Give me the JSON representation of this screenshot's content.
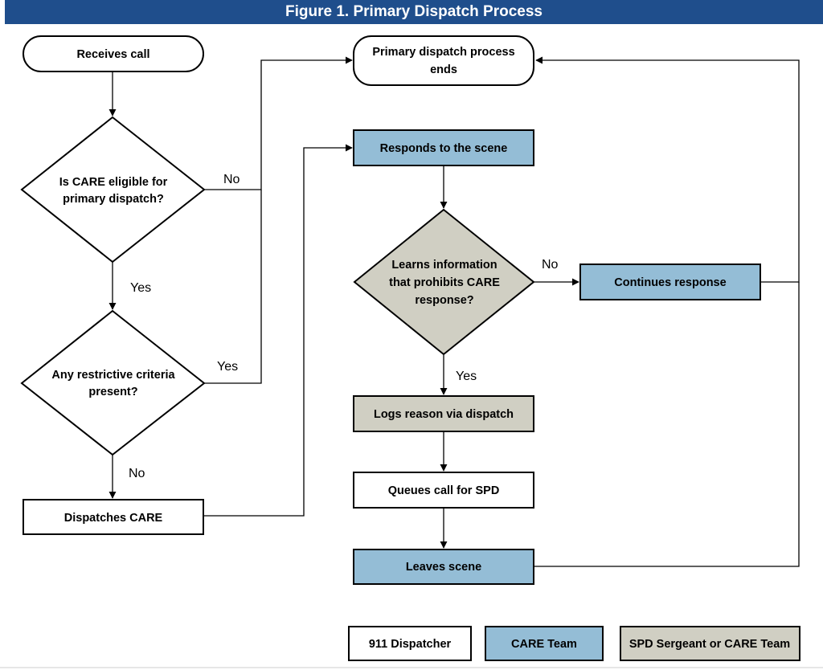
{
  "figure": {
    "title": "Figure 1. Primary Dispatch Process"
  },
  "colors": {
    "title_bar": "#1f4e8c",
    "dispatcher": "#ffffff",
    "care_team": "#94bdd6",
    "spd_or_care": "#d0cfc3",
    "stroke": "#000000"
  },
  "nodes": {
    "receives_call": "Receives call",
    "eligible_q": [
      "Is CARE eligible for",
      "primary dispatch?"
    ],
    "restrictive_q": [
      "Any restrictive criteria",
      "present?"
    ],
    "dispatches_care": "Dispatches CARE",
    "process_ends": [
      "Primary dispatch process",
      "ends"
    ],
    "responds": "Responds to the scene",
    "learns_q": [
      "Learns information",
      "that prohibits CARE",
      "response?"
    ],
    "continues": "Continues response",
    "logs_reason": "Logs reason via dispatch",
    "queues_call": "Queues call for SPD",
    "leaves_scene": "Leaves scene"
  },
  "edge_labels": {
    "eligible_no": "No",
    "eligible_yes": "Yes",
    "restrictive_yes": "Yes",
    "restrictive_no": "No",
    "learns_no": "No",
    "learns_yes": "Yes"
  },
  "legend": {
    "dispatcher": "911 Dispatcher",
    "care_team": "CARE Team",
    "spd_or_care": "SPD Sergeant or CARE Team"
  }
}
